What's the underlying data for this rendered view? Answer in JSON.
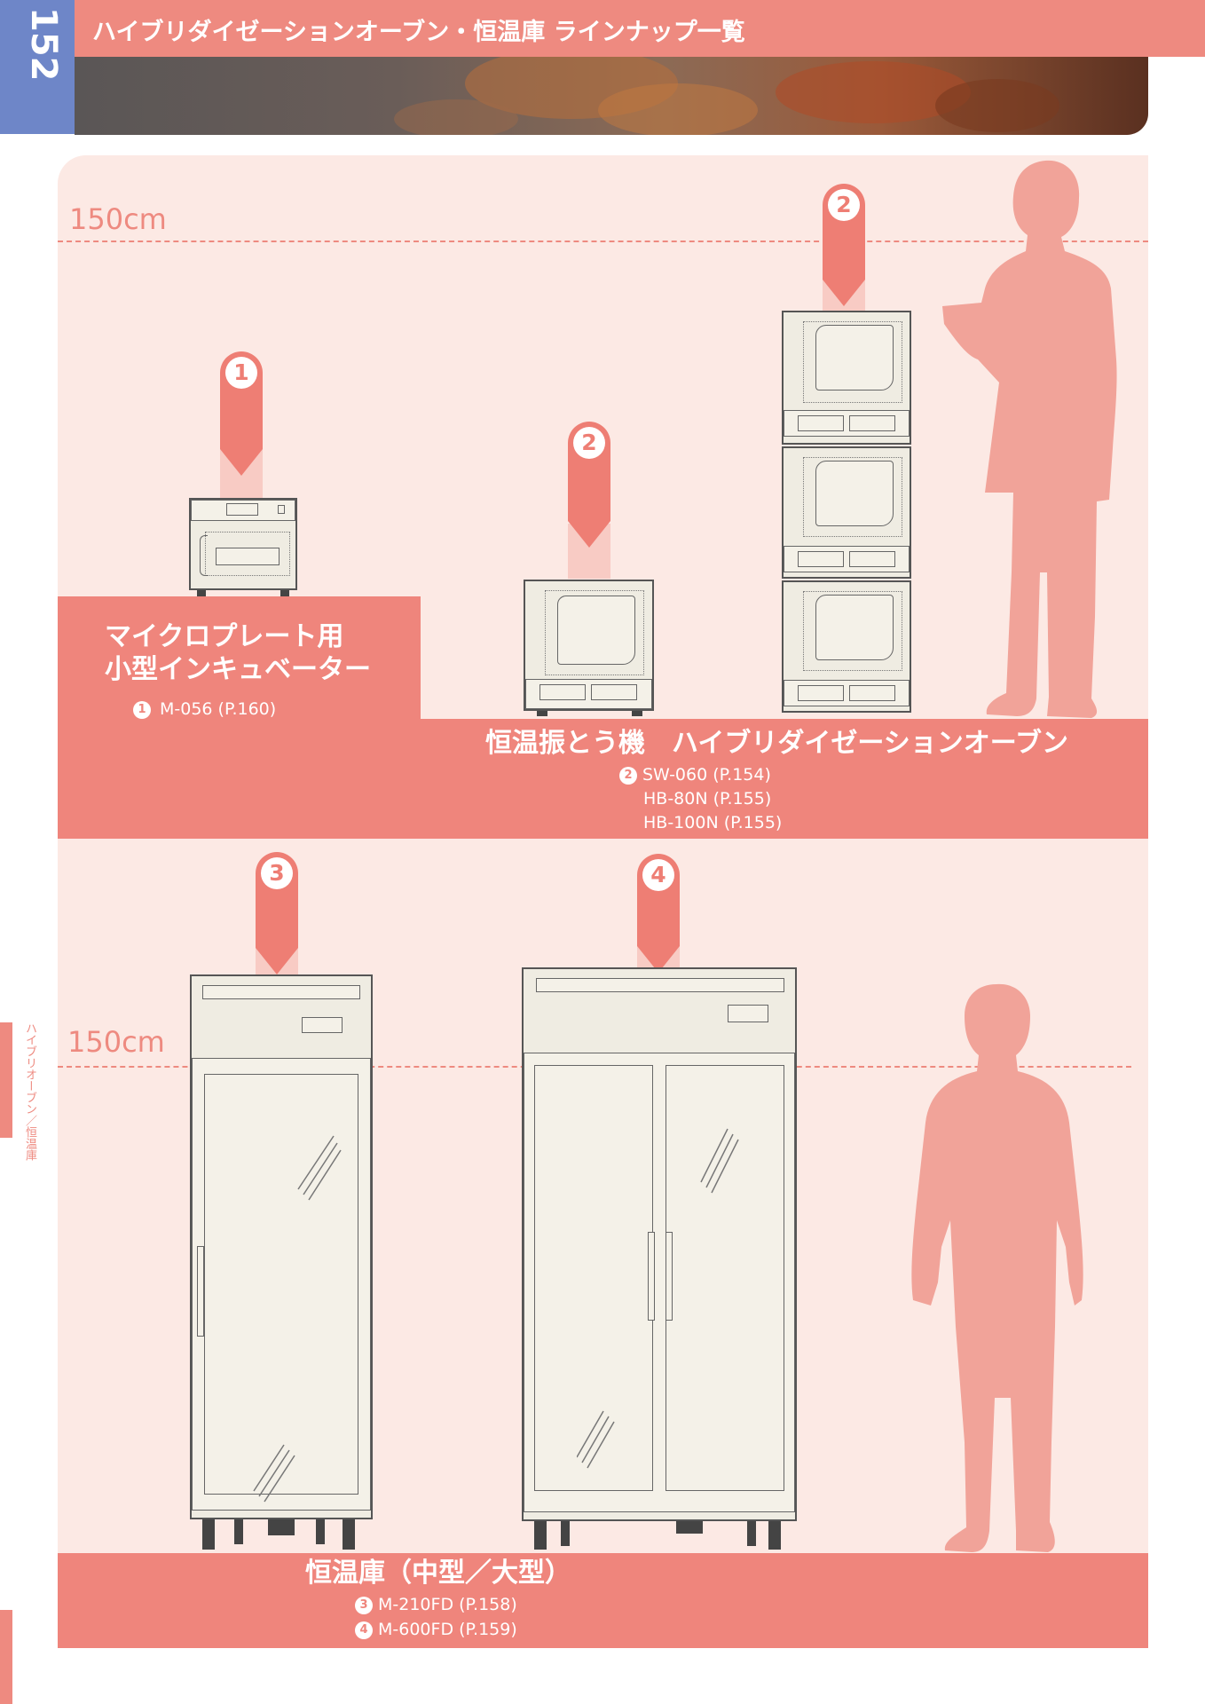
{
  "page_number": "152",
  "header": {
    "title": "ハイブリダイゼーションオーブン・恒温庫 ラインナップ一覧"
  },
  "side_label": "ハイブリオーブン／恒温庫",
  "height_marks": {
    "top": "150cm",
    "bottom": "150cm"
  },
  "markers": [
    "1",
    "2",
    "2",
    "3",
    "4"
  ],
  "section1": {
    "title_line1": "マイクロプレート用",
    "title_line2": "小型インキュベーター",
    "items": [
      {
        "badge": "1",
        "text": "M-056 (P.160)"
      }
    ]
  },
  "section2": {
    "title": "恒温振とう機　ハイブリダイゼーションオーブン",
    "items": [
      {
        "badge": "2",
        "text": "SW-060 (P.154)"
      },
      {
        "badge": "",
        "text": "HB-80N (P.155)"
      },
      {
        "badge": "",
        "text": "HB-100N (P.155)"
      }
    ]
  },
  "section3": {
    "title": "恒温庫（中型／大型）",
    "items": [
      {
        "badge": "3",
        "text": "M-210FD (P.158)"
      },
      {
        "badge": "4",
        "text": "M-600FD (P.159)"
      }
    ]
  },
  "colors": {
    "accent": "#ee8a80",
    "panel": "#fce9e4",
    "tab_blue": "#6e86c8"
  }
}
